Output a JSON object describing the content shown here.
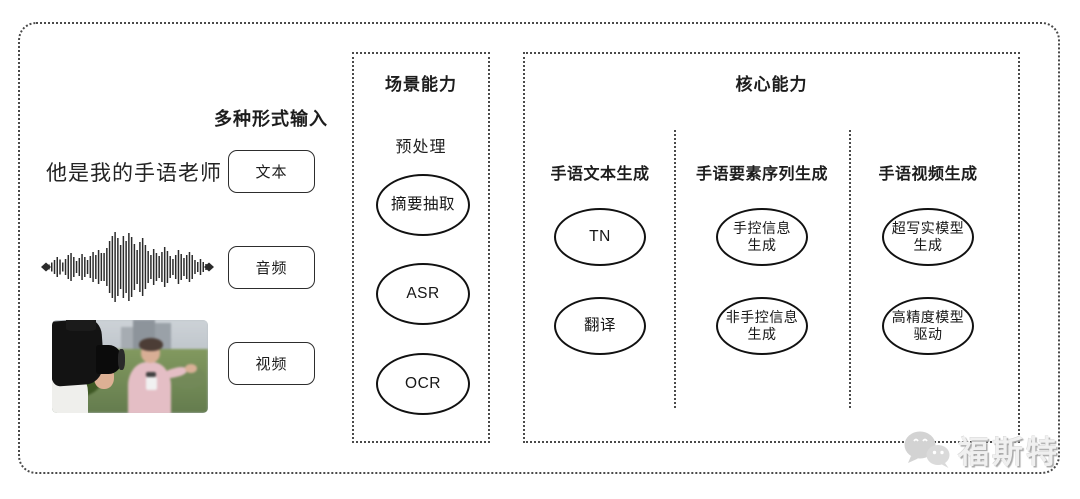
{
  "input_section": {
    "title": "多种形式输入",
    "sample_sentence": "他是我的手语老师",
    "labels": {
      "text": "文本",
      "audio": "音频",
      "video": "视频"
    }
  },
  "scene_box": {
    "title": "场景能力",
    "subtitle": "预处理",
    "nodes": [
      "摘要抽取",
      "ASR",
      "OCR"
    ]
  },
  "core_box": {
    "title": "核心能力",
    "columns": [
      {
        "header": "手语文本生成",
        "nodes": [
          "TN",
          "翻译"
        ]
      },
      {
        "header": "手语要素序列生成",
        "nodes": [
          "手控信息\n生成",
          "非手控信息\n生成"
        ]
      },
      {
        "header": "手语视频生成",
        "nodes": [
          "超写实模型\n生成",
          "高精度模型\n驱动"
        ]
      }
    ]
  },
  "watermark": {
    "icon": "wechat-icon",
    "text": "福斯特"
  },
  "colors": {
    "ink": "#1d1d1d",
    "border": "#4a4a4a",
    "watermark_text": "#f0f0f0"
  }
}
